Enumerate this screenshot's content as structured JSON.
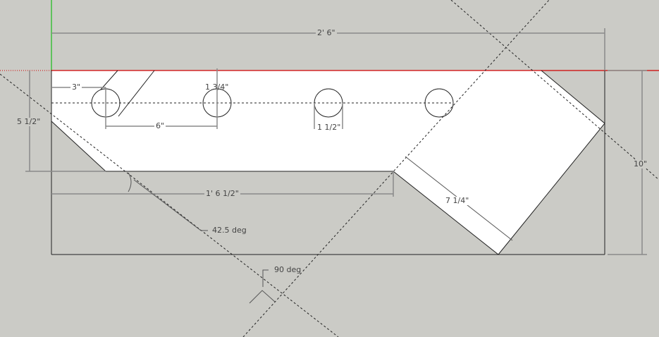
{
  "dimensions": {
    "overall_width": "2' 6\"",
    "overall_height": "10\"",
    "left_height": "5 1/2\"",
    "hole_offset": "3\"",
    "hole_top": "1 3/4\"",
    "hole_spacing": "6\"",
    "hole_diameter": "1 1/2\"",
    "bottom_length": "1' 6 1/2\"",
    "diagonal_length": "7 1/4\"",
    "chamfer_angle": "42.5 deg",
    "guide_angle": "90 deg"
  },
  "colors": {
    "background": "#cbcbc6",
    "red_axis": "#d00000",
    "green_axis": "#3cbf3c",
    "part_fill": "#ffffff"
  }
}
